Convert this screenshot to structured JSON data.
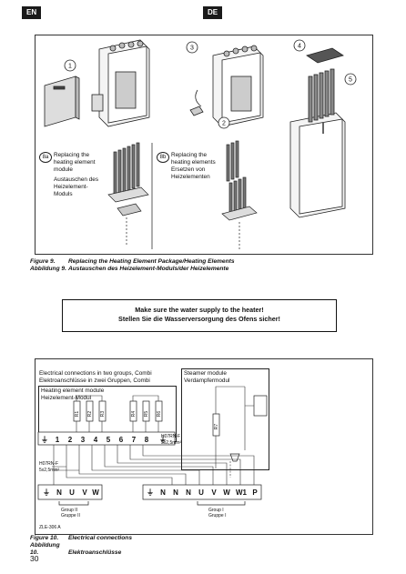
{
  "header": {
    "left_lang": "EN",
    "right_lang": "DE"
  },
  "figure9": {
    "callouts": [
      "1",
      "2",
      "3",
      "4",
      "5"
    ],
    "panel_a": {
      "mark": "8a",
      "en": [
        "Replacing the",
        "heating element",
        "module"
      ],
      "de": [
        "Austauschen des",
        "Heizelement-",
        "Moduls"
      ]
    },
    "panel_b": {
      "mark": "8b",
      "en": [
        "Replacing the",
        "heating elements"
      ],
      "de": [
        "Ersetzen von",
        "Heizelementen"
      ]
    },
    "caption_en_label": "Figure 9.",
    "caption_en_text": "Replacing the Heating Element Package/Heating Elements",
    "caption_de_label": "Abbildung 9.",
    "caption_de_text": "Austauschen des Heizelement-Moduls/der Heizelemente"
  },
  "notice": {
    "en": "Make sure the water supply to the heater!",
    "de": "Stellen Sie die Wasserversorgung des Ofens sicher!"
  },
  "figure10": {
    "title_en": "Electrical connections in two groups, Combi",
    "title_de": "Elektroanschlüsse in zwei Gruppen, Combi",
    "module_en": "Heating element module",
    "module_de": "Heizelement-Modul",
    "steamer_en": "Steamer module",
    "steamer_de": "Verdampfermodul",
    "element_labels": [
      "R1",
      "R2",
      "R3",
      "R4",
      "R5",
      "R6"
    ],
    "r7": "R7",
    "terminals_top": [
      "⏚",
      "1",
      "2",
      "3",
      "4",
      "5",
      "6",
      "7",
      "8",
      "⏚"
    ],
    "cable_1": [
      "H07RN-F",
      "5x2,5mm²"
    ],
    "cable_2": [
      "H07RN-F",
      "5x2,5mm²"
    ],
    "terminals_left": [
      "⏚",
      "N",
      "U",
      "V",
      "W"
    ],
    "terminals_right": [
      "⏚",
      "N",
      "N",
      "N",
      "U",
      "V",
      "W",
      "W1",
      "P"
    ],
    "group2": [
      "Group II",
      "Gruppe II"
    ],
    "group1": [
      "Group I",
      "Gruppe I"
    ],
    "code": "ZLE-306 A",
    "caption_en_label": "Figure 10.",
    "caption_en_text": "Electrical connections",
    "caption_de_label": "Abbildung 10.",
    "caption_de_text": "Elektroanschlüsse"
  },
  "page_number": "30"
}
